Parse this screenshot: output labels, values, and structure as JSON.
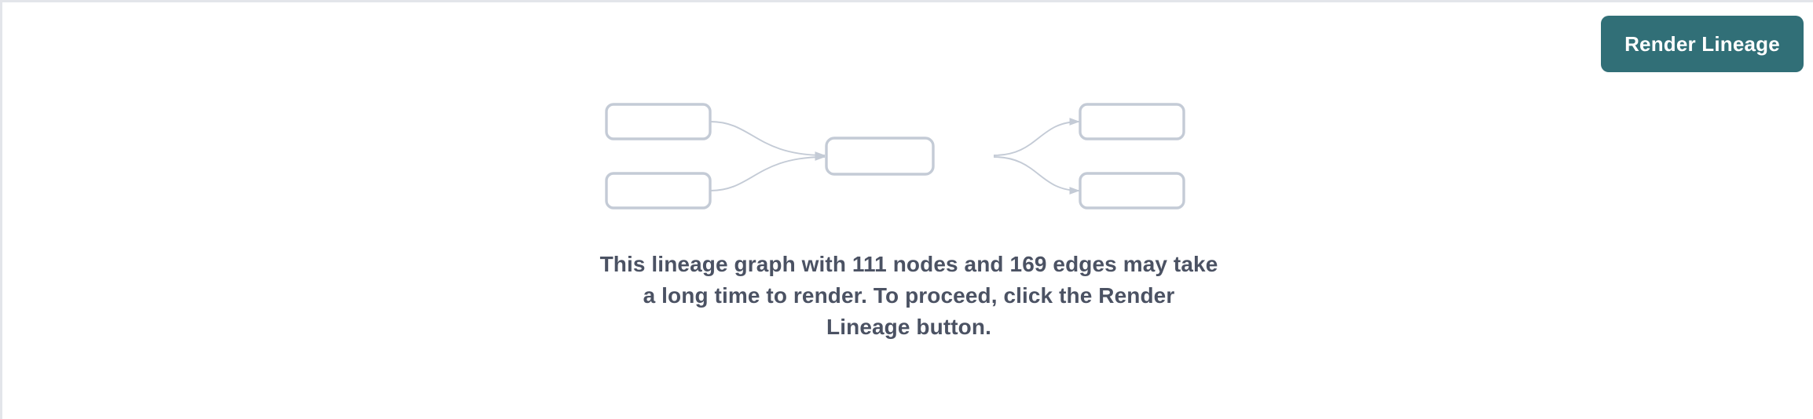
{
  "theme": {
    "page_background": "#ffffff",
    "panel_border": "#e3e5ea",
    "button_teal": "#316f77",
    "message_text": "#4b5263",
    "illustration_stroke": "#c4cbd6"
  },
  "toolbar": {
    "render_lineage_label": "Render Lineage"
  },
  "empty_state": {
    "message": "This lineage graph with 111 nodes and 169 edges may take a long time to render. To proceed, click the Render Lineage button.",
    "node_count": 111,
    "edge_count": 169,
    "illustration": {
      "name": "lineage-graph-placeholder",
      "nodes": [
        {
          "id": "upstream-1",
          "label": "",
          "column": "left"
        },
        {
          "id": "upstream-2",
          "label": "",
          "column": "left"
        },
        {
          "id": "focus",
          "label": "",
          "column": "center"
        },
        {
          "id": "downstream-1",
          "label": "",
          "column": "right"
        },
        {
          "id": "downstream-2",
          "label": "",
          "column": "right"
        }
      ],
      "edges": [
        {
          "from": "upstream-1",
          "to": "focus"
        },
        {
          "from": "upstream-2",
          "to": "focus"
        },
        {
          "from": "focus",
          "to": "downstream-1"
        },
        {
          "from": "focus",
          "to": "downstream-2"
        }
      ]
    }
  }
}
